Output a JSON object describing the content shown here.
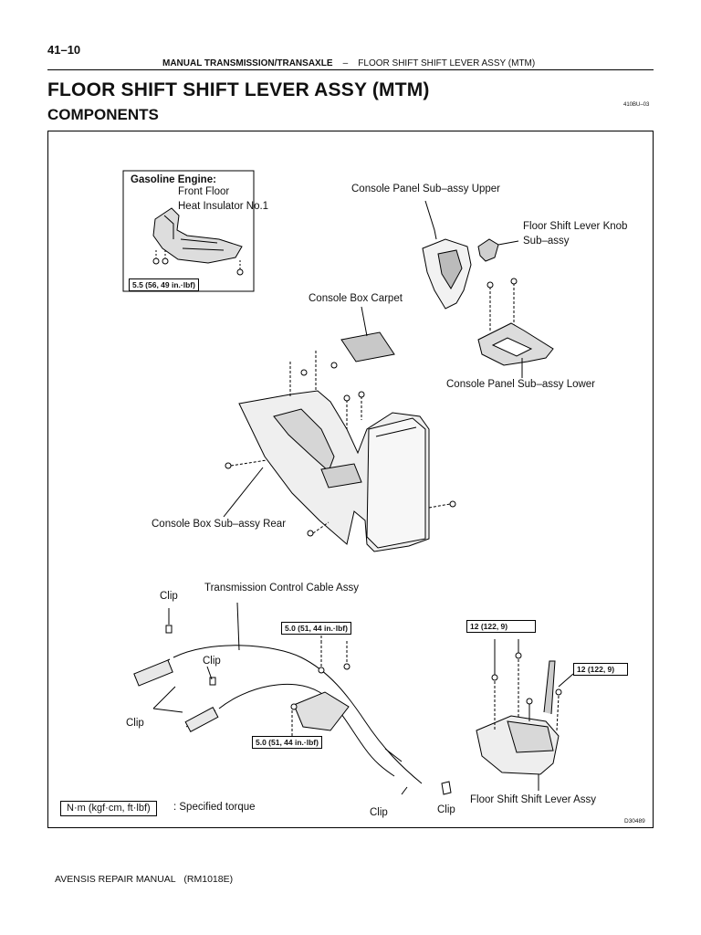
{
  "page_number": "41–10",
  "running_header": {
    "section": "MANUAL TRANSMISSION/TRANSAXLE",
    "separator": "–",
    "topic": "FLOOR SHIFT SHIFT LEVER ASSY (MTM)"
  },
  "title": "FLOOR SHIFT SHIFT LEVER ASSY (MTM)",
  "subtitle": "COMPONENTS",
  "doc_code": "410BU–03",
  "gasoline_box": {
    "heading": "Gasoline Engine:",
    "label_line1": "Front Floor",
    "label_line2": "Heat Insulator No.1",
    "torque": "5.5 (56, 49 in.·lbf)"
  },
  "labels": {
    "console_panel_upper": "Console Panel Sub–assy Upper",
    "knob_line1": "Floor Shift Lever Knob",
    "knob_line2": "Sub–assy",
    "console_box_carpet": "Console Box Carpet",
    "console_panel_lower": "Console Panel Sub–assy Lower",
    "console_box_rear": "Console Box Sub–assy Rear",
    "transmission_cable": "Transmission Control Cable Assy",
    "clip_1": "Clip",
    "clip_2": "Clip",
    "clip_3": "Clip",
    "clip_4": "Clip",
    "clip_5": "Clip",
    "floor_shift_lever_assy": "Floor Shift Shift Lever Assy"
  },
  "torques": {
    "cable_top": "5.0 (51, 44 in.·lbf)",
    "cable_bottom": "5.0 (51, 44 in.·lbf)",
    "lever_top": "12 (122, 9)",
    "lever_right": "12 (122, 9)"
  },
  "legend": {
    "unit": "N·m (kgf·cm, ft·lbf)",
    "text": ": Specified torque"
  },
  "figure_id": "D30489",
  "footer": {
    "manual": "AVENSIS REPAIR MANUAL",
    "code": "(RM1018E)"
  }
}
